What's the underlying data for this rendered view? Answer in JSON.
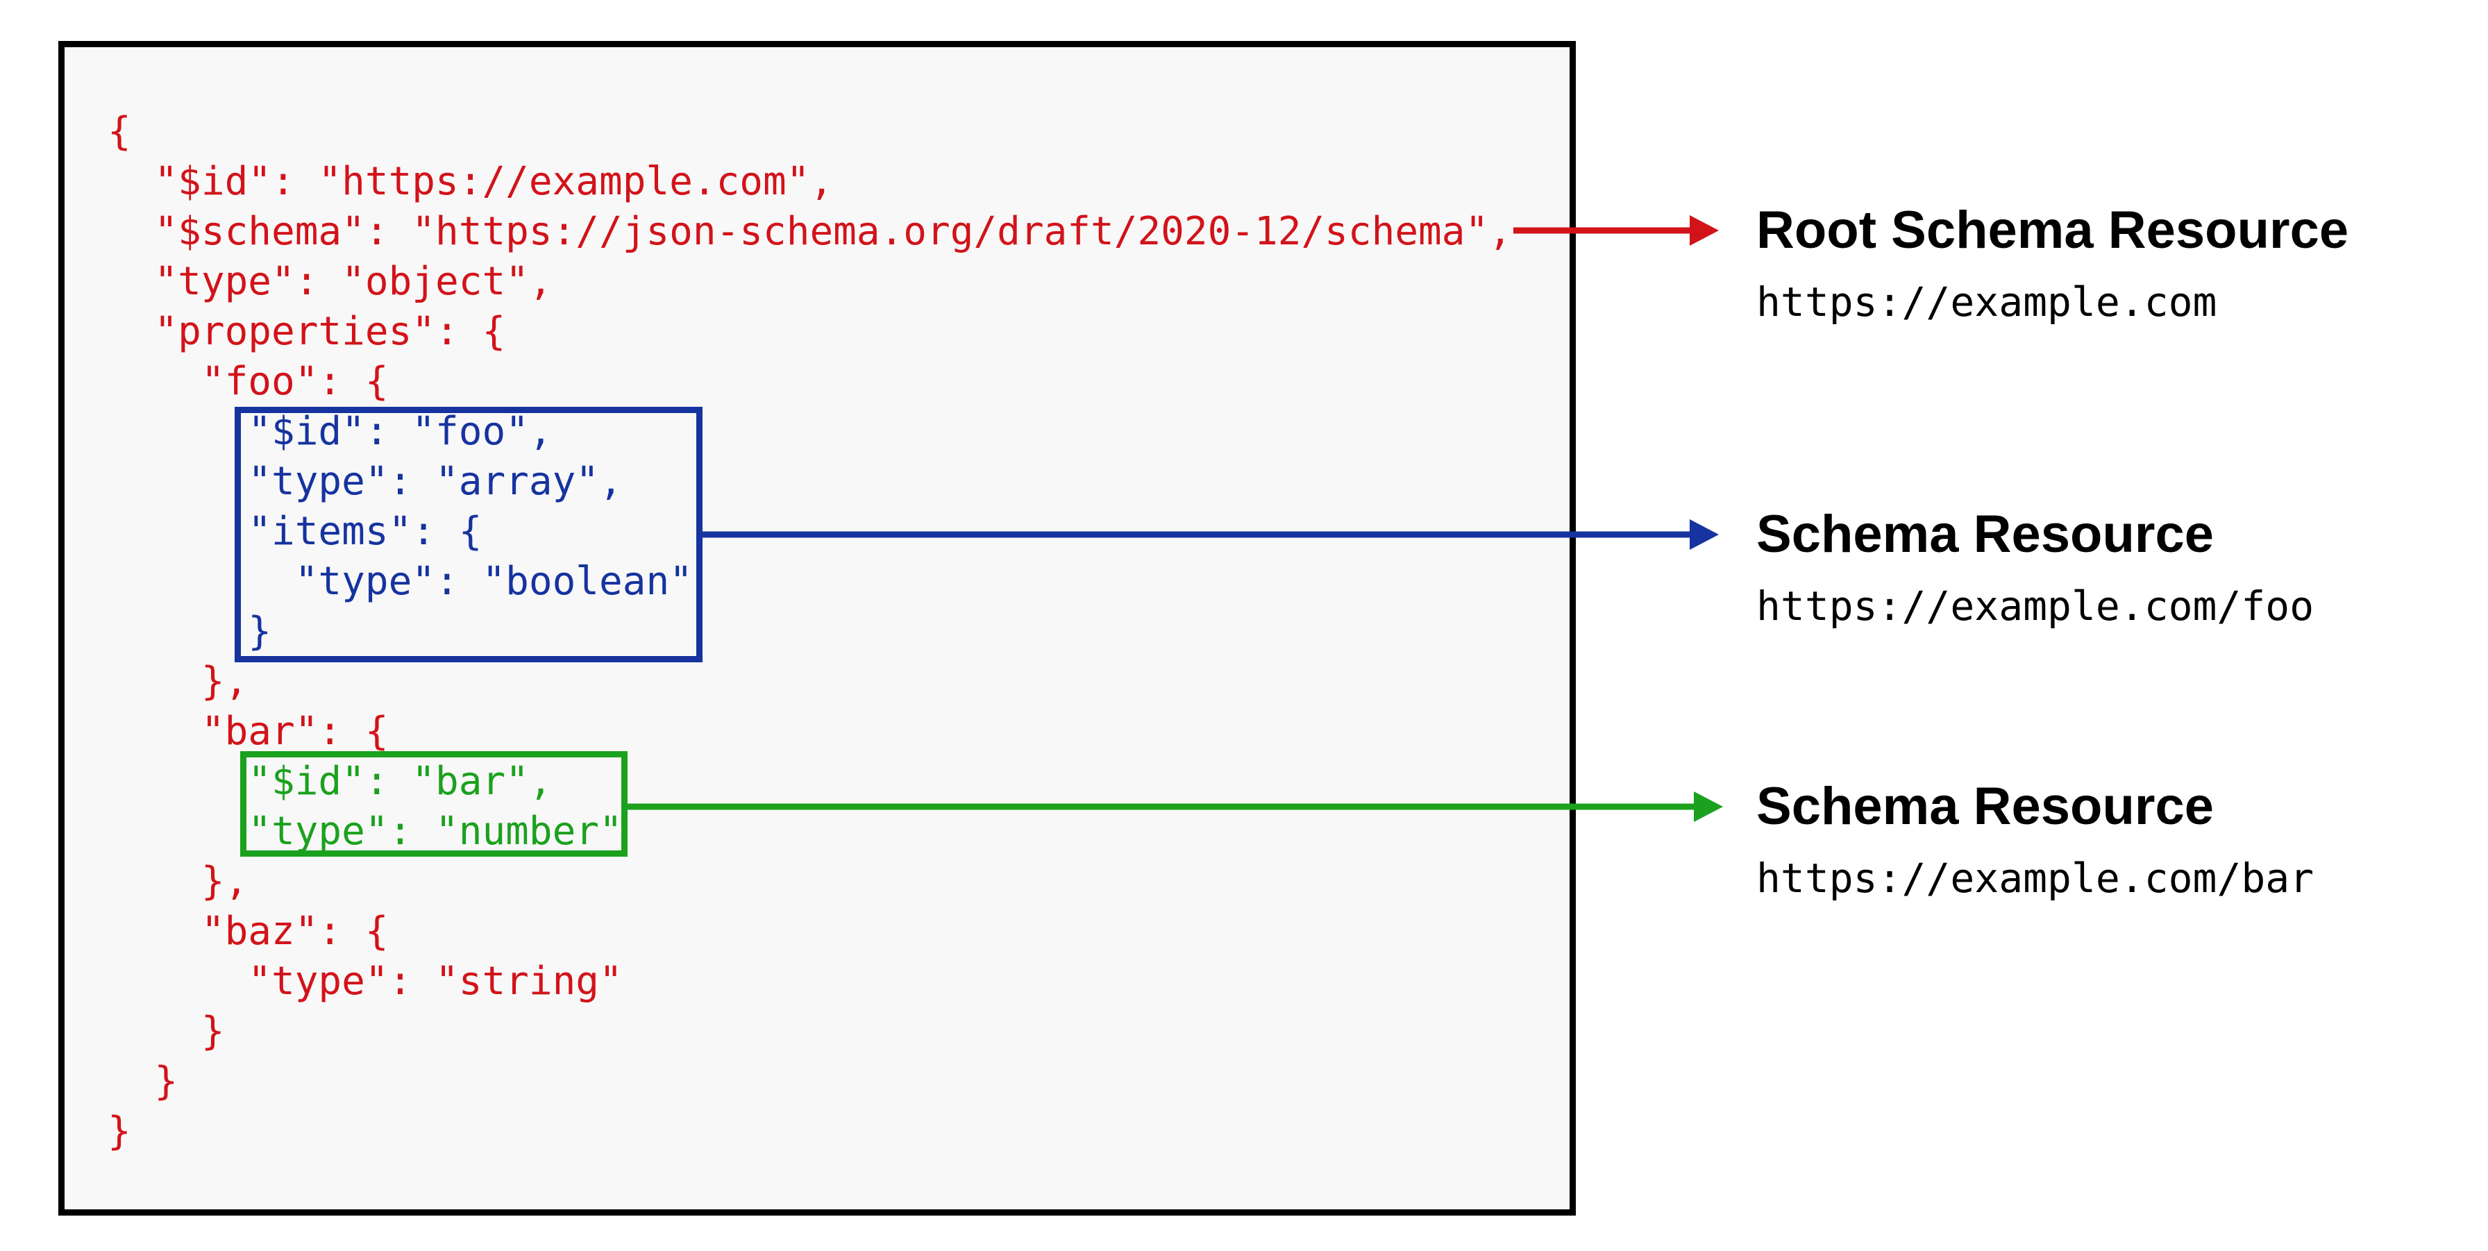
{
  "colors": {
    "red": "#d2131a",
    "blue": "#16339f",
    "green": "#1ba11e",
    "black": "#000000",
    "panel": "#f8f8f8"
  },
  "code": {
    "lines": [
      {
        "text": "{",
        "color": "red"
      },
      {
        "text": "  \"$id\": \"https://example.com\",",
        "color": "red"
      },
      {
        "text": "  \"$schema\": \"https://json-schema.org/draft/2020-12/schema\",",
        "color": "red"
      },
      {
        "text": "  \"type\": \"object\",",
        "color": "red"
      },
      {
        "text": "  \"properties\": {",
        "color": "red"
      },
      {
        "text": "    \"foo\": {",
        "color": "red"
      },
      {
        "text": "      \"$id\": \"foo\",",
        "color": "blue"
      },
      {
        "text": "      \"type\": \"array\",",
        "color": "blue"
      },
      {
        "text": "      \"items\": {",
        "color": "blue"
      },
      {
        "text": "        \"type\": \"boolean\"",
        "color": "blue"
      },
      {
        "text": "      }",
        "color": "blue"
      },
      {
        "text": "    },",
        "color": "red"
      },
      {
        "text": "    \"bar\": {",
        "color": "red"
      },
      {
        "text": "      \"$id\": \"bar\",",
        "color": "green"
      },
      {
        "text": "      \"type\": \"number\"",
        "color": "green"
      },
      {
        "text": "    },",
        "color": "red"
      },
      {
        "text": "    \"baz\": {",
        "color": "red"
      },
      {
        "text": "      \"type\": \"string\"",
        "color": "red"
      },
      {
        "text": "    }",
        "color": "red"
      },
      {
        "text": "  }",
        "color": "red"
      },
      {
        "text": "}",
        "color": "red"
      }
    ]
  },
  "annotations": [
    {
      "title": "Root Schema Resource",
      "url": "https://example.com",
      "color": "red"
    },
    {
      "title": "Schema Resource",
      "url": "https://example.com/foo",
      "color": "blue"
    },
    {
      "title": "Schema Resource",
      "url": "https://example.com/bar",
      "color": "green"
    }
  ]
}
